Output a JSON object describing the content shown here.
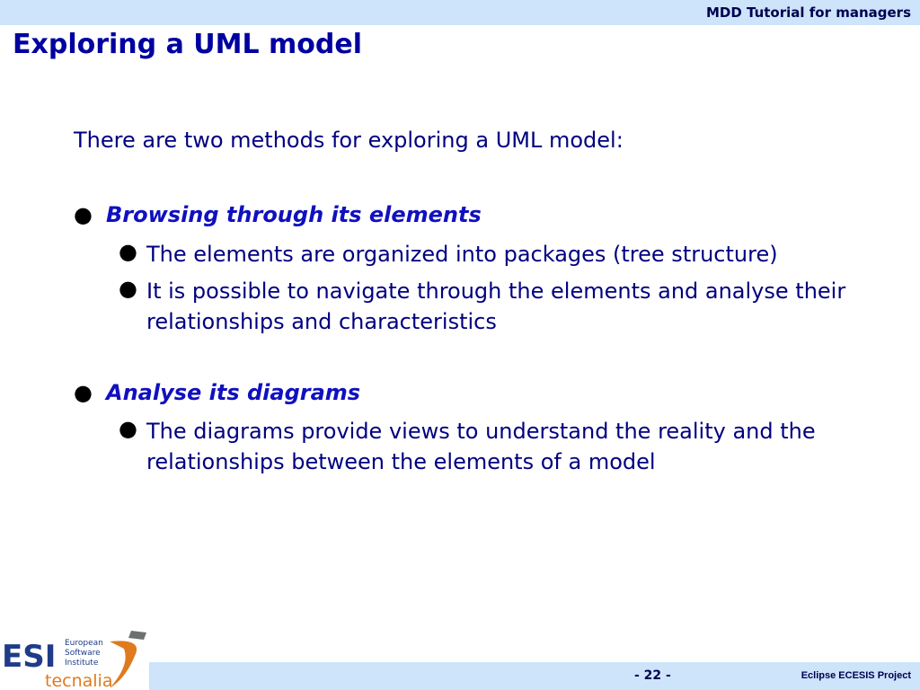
{
  "header": {
    "course": "MDD Tutorial for managers"
  },
  "title": "Exploring a UML model",
  "intro": "There are two methods for exploring a UML model:",
  "bullets": [
    {
      "label": "Browsing through its elements",
      "sub": [
        "The elements are organized into packages (tree structure)",
        "It is possible to navigate through the elements and analyse their relationships and characteristics"
      ]
    },
    {
      "label": "Analyse its diagrams",
      "sub": [
        "The diagrams provide views to understand the reality and the relationships between the elements of a model"
      ]
    }
  ],
  "footer": {
    "page": "- 22 -",
    "project": "Eclipse ECESIS Project"
  },
  "logo": {
    "acronym": "ESI",
    "line1": "European",
    "line2": "Software",
    "line3": "Institute",
    "brand": "tecnalia"
  }
}
